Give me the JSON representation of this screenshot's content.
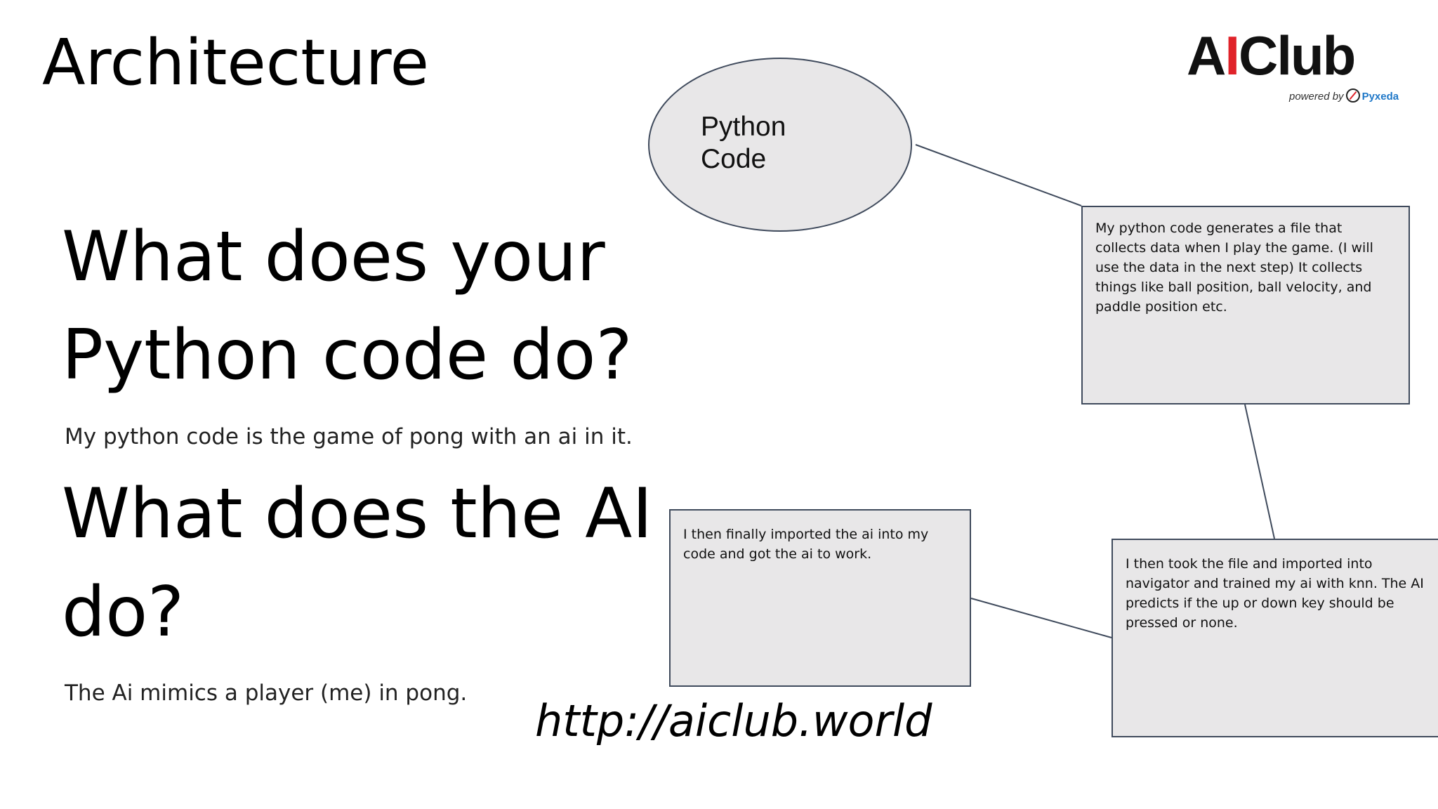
{
  "slide": {
    "title": "Architecture",
    "heading_python": "What does your Python code do?",
    "body_python": "My python code is the game of pong with an ai in it.",
    "heading_ai": "What does the AI do?",
    "body_ai": "The Ai mimics a player (me)  in pong.",
    "url": "http://aiclub.world"
  },
  "logo": {
    "name_prefix": "A",
    "name_mark": "I",
    "name_suffix": "Club",
    "powered_by": "powered by",
    "brand": "Pyxeda",
    "colors": {
      "mark": "#e0232a",
      "brand": "#1f78c8"
    }
  },
  "diagram": {
    "ellipse_label": "Python Code",
    "box_collect": "My python code generates a file that collects data when I play the game. (I will use the data in the next step) It collects things like ball position, ball velocity, and paddle position etc.",
    "box_train": "I then took the file and imported into navigator and trained my ai with knn. The AI predicts if the up or down key should be pressed or none.",
    "box_import": "I then finally imported the ai into my code and got the ai to work.",
    "colors": {
      "shape_fill": "#e8e7e8",
      "shape_stroke": "#3f4a5c"
    }
  }
}
